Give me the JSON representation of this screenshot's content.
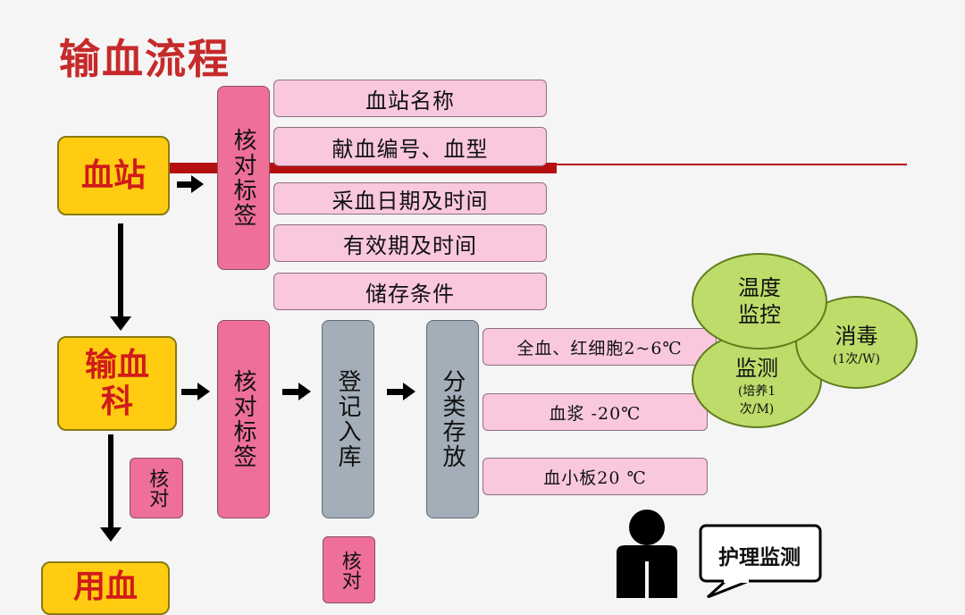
{
  "title": "输血流程",
  "nodes": {
    "blood_station": "血站",
    "transfusion_dept": "输血科",
    "blood_use": "用血"
  },
  "check_label_1": "核对标签",
  "check_label_2": "核对标签",
  "register": "登记入库",
  "classify_store": "分类存放",
  "label_items": [
    "血站名称",
    "献血编号、血型",
    "采血日期及时间",
    "有效期及时间",
    "储存条件"
  ],
  "storage_items": [
    "全血、红细胞2~6℃",
    "血浆 -20℃",
    "血小板20 ℃"
  ],
  "check_small_left": "核对",
  "check_small_mid": "核对",
  "monitor": {
    "temperature": "温度监控",
    "disinfect_title": "消毒",
    "disinfect_note": "(1次/W)",
    "monitor_title": "监测",
    "monitor_note_1": "(培养1",
    "monitor_note_2": "次/M)"
  },
  "nursing_monitor": "护理监测",
  "colors": {
    "title": "#c62a2a",
    "node_fill": "#ffcc11",
    "label_fill": "#f9c8de",
    "check_fill": "#ee6f98",
    "gray_fill": "#a3aeb8",
    "circle_fill": "#bddc6a",
    "red_bar": "#b50f12"
  },
  "icons": [
    "person-icon",
    "speech-bubble-icon"
  ]
}
